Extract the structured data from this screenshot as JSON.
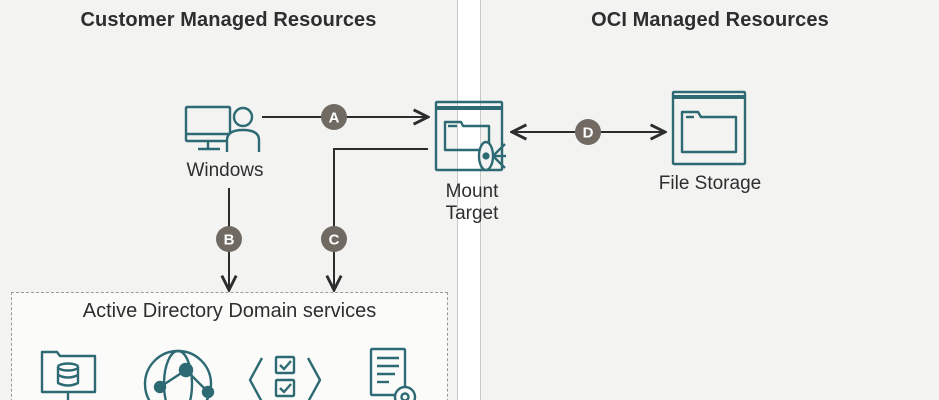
{
  "left_panel": {
    "title": "Customer Managed Resources"
  },
  "right_panel": {
    "title": "OCI Managed Resources"
  },
  "nodes": {
    "windows": "Windows",
    "mount_target_line1": "Mount",
    "mount_target_line2": "Target",
    "file_storage": "File Storage",
    "active_directory": "Active Directory Domain services"
  },
  "connectors": {
    "a": "A",
    "b": "B",
    "c": "C",
    "d": "D"
  },
  "icons": {
    "windows": "desktop-user-icon",
    "mount_target": "mount-target-icon",
    "file_storage": "file-storage-icon",
    "ad_1": "database-server-icon",
    "ad_2": "network-globe-icon",
    "ad_3": "checklist-code-icon",
    "ad_4": "document-settings-icon"
  },
  "colors": {
    "panel_bg": "#f3f3f2",
    "icon_stroke": "#2d6a73",
    "badge": "#706a63",
    "line": "#2c2c2c"
  }
}
